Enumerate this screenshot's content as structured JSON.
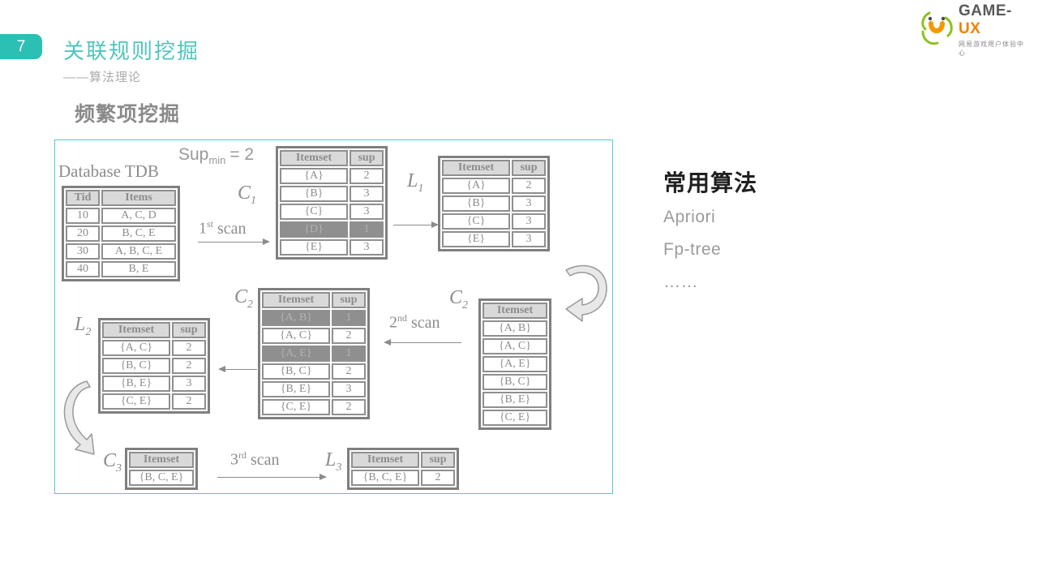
{
  "page": {
    "number": "7",
    "title": "关联规则挖掘",
    "subtitle": "——算法理论",
    "section_heading": "频繁项挖掘"
  },
  "logo": {
    "brand": "GAME-",
    "brand_accent": "UX",
    "tagline": "网易游戏用户体验中心"
  },
  "diagram": {
    "database_label": "Database TDB",
    "sup_min": {
      "base": "Sup",
      "sub": "min",
      "rest": "= 2"
    },
    "scans": {
      "scan1": {
        "num": "1",
        "ord": "st",
        "word": "scan"
      },
      "scan2": {
        "num": "2",
        "ord": "nd",
        "word": "scan"
      },
      "scan3": {
        "num": "3",
        "ord": "rd",
        "word": "scan"
      }
    },
    "labels": {
      "c1": {
        "base": "C",
        "sub": "1"
      },
      "l1": {
        "base": "L",
        "sub": "1"
      },
      "c2_right": {
        "base": "C",
        "sub": "2"
      },
      "c2_mid": {
        "base": "C",
        "sub": "2"
      },
      "l2": {
        "base": "L",
        "sub": "2"
      },
      "c3": {
        "base": "C",
        "sub": "3"
      },
      "l3": {
        "base": "L",
        "sub": "3"
      }
    },
    "tables": {
      "tdb": {
        "headers": [
          "Tid",
          "Items"
        ],
        "rows": [
          {
            "cells": [
              "10",
              "A, C, D"
            ]
          },
          {
            "cells": [
              "20",
              "B, C, E"
            ]
          },
          {
            "cells": [
              "30",
              "A, B, C, E"
            ]
          },
          {
            "cells": [
              "40",
              "B, E"
            ]
          }
        ]
      },
      "c1": {
        "headers": [
          "Itemset",
          "sup"
        ],
        "rows": [
          {
            "cells": [
              "{A}",
              "2"
            ]
          },
          {
            "cells": [
              "{B}",
              "3"
            ]
          },
          {
            "cells": [
              "{C}",
              "3"
            ]
          },
          {
            "cells": [
              "{D}",
              "1"
            ],
            "highlight": true
          },
          {
            "cells": [
              "{E}",
              "3"
            ]
          }
        ]
      },
      "l1": {
        "headers": [
          "Itemset",
          "sup"
        ],
        "rows": [
          {
            "cells": [
              "{A}",
              "2"
            ]
          },
          {
            "cells": [
              "{B}",
              "3"
            ]
          },
          {
            "cells": [
              "{C}",
              "3"
            ]
          },
          {
            "cells": [
              "{E}",
              "3"
            ]
          }
        ]
      },
      "c2_right": {
        "headers": [
          "Itemset"
        ],
        "rows": [
          {
            "cells": [
              "{A, B}"
            ]
          },
          {
            "cells": [
              "{A, C}"
            ]
          },
          {
            "cells": [
              "{A, E}"
            ]
          },
          {
            "cells": [
              "{B, C}"
            ]
          },
          {
            "cells": [
              "{B, E}"
            ]
          },
          {
            "cells": [
              "{C, E}"
            ]
          }
        ]
      },
      "c2_mid": {
        "headers": [
          "Itemset",
          "sup"
        ],
        "rows": [
          {
            "cells": [
              "{A, B}",
              "1"
            ],
            "highlight": true
          },
          {
            "cells": [
              "{A, C}",
              "2"
            ]
          },
          {
            "cells": [
              "{A, E}",
              "1"
            ],
            "highlight": true
          },
          {
            "cells": [
              "{B, C}",
              "2"
            ]
          },
          {
            "cells": [
              "{B, E}",
              "3"
            ]
          },
          {
            "cells": [
              "{C, E}",
              "2"
            ]
          }
        ]
      },
      "l2": {
        "headers": [
          "Itemset",
          "sup"
        ],
        "rows": [
          {
            "cells": [
              "{A, C}",
              "2"
            ]
          },
          {
            "cells": [
              "{B, C}",
              "2"
            ]
          },
          {
            "cells": [
              "{B, E}",
              "3"
            ]
          },
          {
            "cells": [
              "{C, E}",
              "2"
            ]
          }
        ]
      },
      "c3": {
        "headers": [
          "Itemset"
        ],
        "rows": [
          {
            "cells": [
              "{B, C, E}"
            ]
          }
        ]
      },
      "l3": {
        "headers": [
          "Itemset",
          "sup"
        ],
        "rows": [
          {
            "cells": [
              "{B, C, E}",
              "2"
            ]
          }
        ]
      }
    }
  },
  "right_panel": {
    "heading": "常用算法",
    "items": [
      "Apriori",
      "Fp-tree",
      "……"
    ]
  },
  "colors": {
    "accent_teal": "#2cbfb4",
    "title_teal": "#4ec6bc",
    "box_border": "#55c6cd",
    "table_border": "#7f7f7f",
    "cell_border": "#8f8f8f",
    "table_text": "#8c8c8c",
    "header_bg": "#d9d9d9",
    "highlight_bg": "#8f8f8f",
    "highlight_text": "#b2b2b2",
    "logo_brand": "#58595b",
    "logo_accent": "#f08300",
    "mascot_green": "#8dc21f",
    "mascot_orange": "#f39800"
  }
}
